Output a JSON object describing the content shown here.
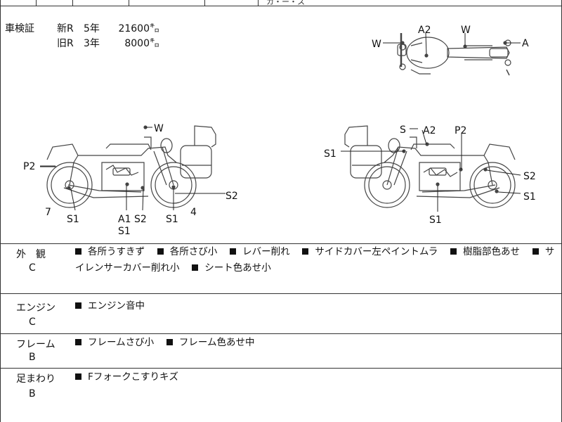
{
  "header": {
    "partial_text": "カ・ー・ス"
  },
  "registration": {
    "title": "車検証",
    "rows": [
      {
        "name": "新R",
        "years": "5年",
        "distance": "21600㌔"
      },
      {
        "name": "旧R",
        "years": "3年",
        "distance": "8000㌔"
      }
    ]
  },
  "damage_labels": {
    "top_view": {
      "w_left": "W",
      "a2": "A2",
      "w_top": "W",
      "a": "A"
    },
    "left_view": {
      "w": "W",
      "p2": "P2",
      "num7": "7",
      "s1_a": "S1",
      "a1": "A1",
      "s2_a": "S2",
      "s1_b": "S1",
      "s1_c": "S1",
      "num4": "4",
      "s2_b": "S2"
    },
    "right_view": {
      "s_top": "S",
      "a2": "A2",
      "p2": "P2",
      "s1_left": "S1",
      "s2": "S2",
      "s1_right": "S1",
      "s1_bottom": "S1"
    }
  },
  "sections": [
    {
      "name": "外　観",
      "grade": "C",
      "items": [
        "各所うすきず",
        "各所さび小",
        "レバー削れ",
        "サイドカバー左ペイントムラ",
        "樹脂部色あせ",
        "サイレンサーカバー削れ小",
        "シート色あせ小"
      ]
    },
    {
      "name": "エンジン",
      "grade": "C",
      "items": [
        "エンジン音中"
      ]
    },
    {
      "name": "フレーム",
      "grade": "B",
      "items": [
        "フレームさび小",
        "フレーム色あせ中"
      ]
    },
    {
      "name": "足まわり",
      "grade": "B",
      "items": [
        "Fフォークこすりキズ"
      ]
    }
  ]
}
